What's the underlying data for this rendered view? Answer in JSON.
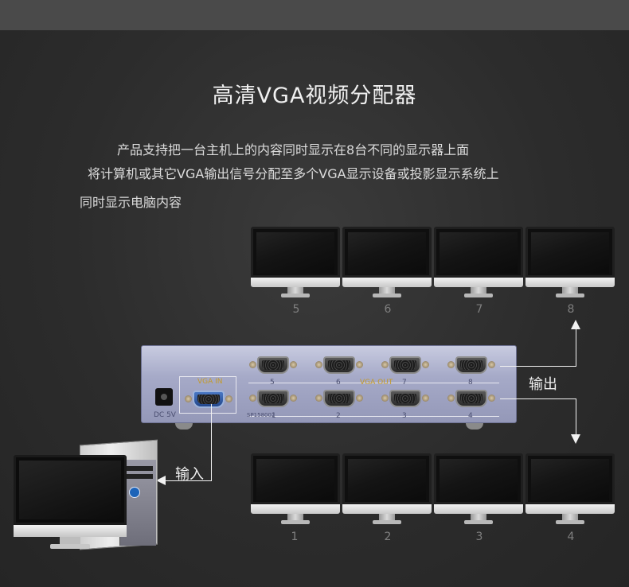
{
  "page": {
    "title": "高清VGA视频分配器",
    "description_lines": [
      "产品支持把一台主机上的内容同时显示在8台不同的显示器上面",
      "将计算机或其它VGA输出信号分配至多个VGA显示设备或投影显示系统上",
      "同时显示电脑内容"
    ]
  },
  "monitors_top": [
    "5",
    "6",
    "7",
    "8"
  ],
  "monitors_bottom": [
    "1",
    "2",
    "3",
    "4"
  ],
  "device": {
    "vga_in_label": "VGA IN",
    "vga_out_label": "VGA OUT",
    "dc_label": "DC 5V",
    "model_label": "SP158002",
    "port_numbers_top": [
      "5",
      "6",
      "7",
      "8"
    ],
    "port_numbers_bottom": [
      "1",
      "2",
      "3",
      "4"
    ]
  },
  "labels": {
    "output": "输出",
    "input": "输入"
  },
  "colors": {
    "background": "#2c2c2c",
    "text": "#e6e6e6",
    "device_body": "#a6aac8"
  }
}
